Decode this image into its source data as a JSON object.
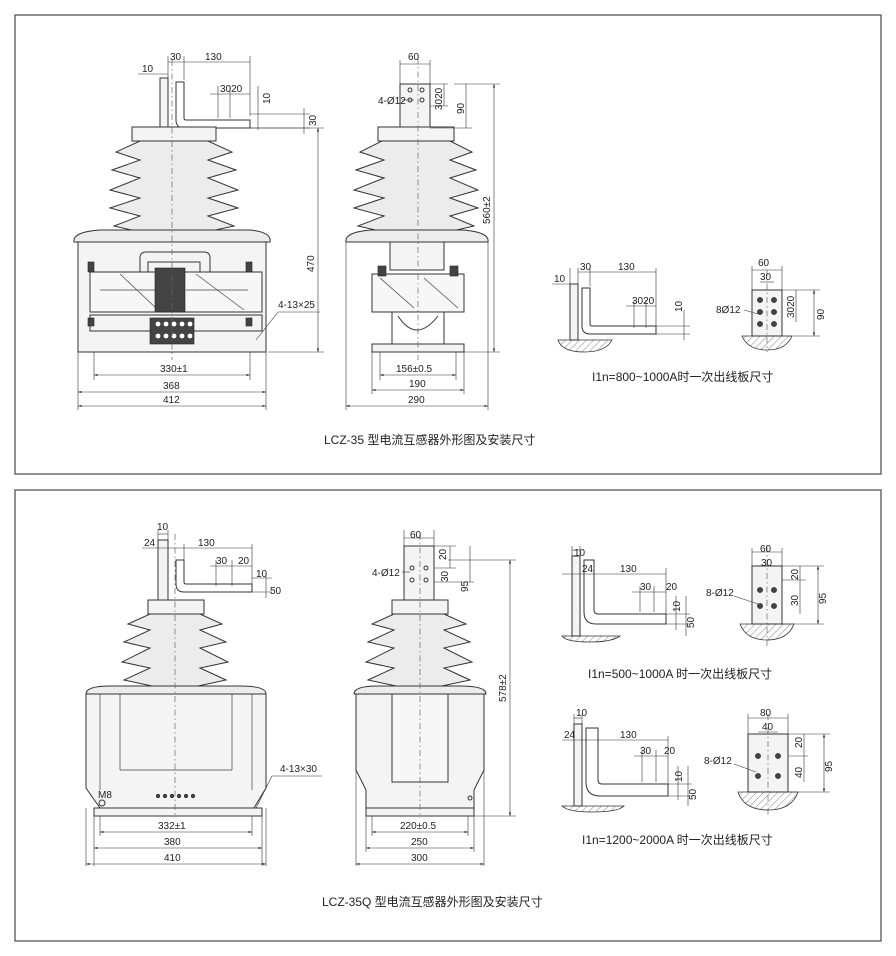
{
  "top_panel": {
    "caption": "LCZ-35 型电流互感器外形图及安装尺寸",
    "front": {
      "d10": "10",
      "d30": "30",
      "d130": "130",
      "d3020": "3020",
      "d10b": "10",
      "d30b": "30",
      "d470": "470",
      "d4_13x25": "4-13×25",
      "d330": "330±1",
      "d368": "368",
      "d412": "412"
    },
    "side": {
      "d60": "60",
      "d4_d12": "4-Ø12",
      "d3020": "3020",
      "d90": "90",
      "d560": "560±2",
      "d156": "156±0.5",
      "d190": "190",
      "d290": "290"
    },
    "terminal": {
      "caption": "I1n=800~1000A时一次出线板尺寸",
      "d10": "10",
      "d30": "30",
      "d130": "130",
      "d3020": "3020",
      "d10b": "10",
      "d60": "60",
      "d30t": "30",
      "d8_d12": "8Ø12",
      "d3020v": "3020",
      "d90": "90"
    }
  },
  "bottom_panel": {
    "caption": "LCZ-35Q 型电流互感器外形图及安装尺寸",
    "front": {
      "d10": "10",
      "d24": "24",
      "d130": "130",
      "d30": "30",
      "d20": "20",
      "d10b": "10",
      "d50": "50",
      "d4_13x30": "4-13×30",
      "m8": "M8",
      "d332": "332±1",
      "d380": "380",
      "d410": "410"
    },
    "side": {
      "d60": "60",
      "d20": "20",
      "d4_d12": "4-Ø12",
      "d30": "30",
      "d95": "95",
      "d578": "578±2",
      "d220": "220±0.5",
      "d250": "250",
      "d300": "300"
    },
    "terminal_a": {
      "caption": "I1n=500~1000A 时一次出线板尺寸",
      "d10": "10",
      "d24": "24",
      "d130": "130",
      "d30": "30",
      "d20": "20",
      "d10b": "10",
      "d50": "50",
      "d60": "60",
      "d30t": "30",
      "d8_d12": "8-Ø12",
      "d20v": "20",
      "d30v": "30",
      "d95": "95"
    },
    "terminal_b": {
      "caption": "I1n=1200~2000A 时一次出线板尺寸",
      "d10": "10",
      "d24": "24",
      "d130": "130",
      "d30": "30",
      "d20": "20",
      "d10b": "10",
      "d50": "50",
      "d80": "80",
      "d40t": "40",
      "d8_d12": "8-Ø12",
      "d20v": "20",
      "d40v": "40",
      "d95": "95"
    }
  }
}
